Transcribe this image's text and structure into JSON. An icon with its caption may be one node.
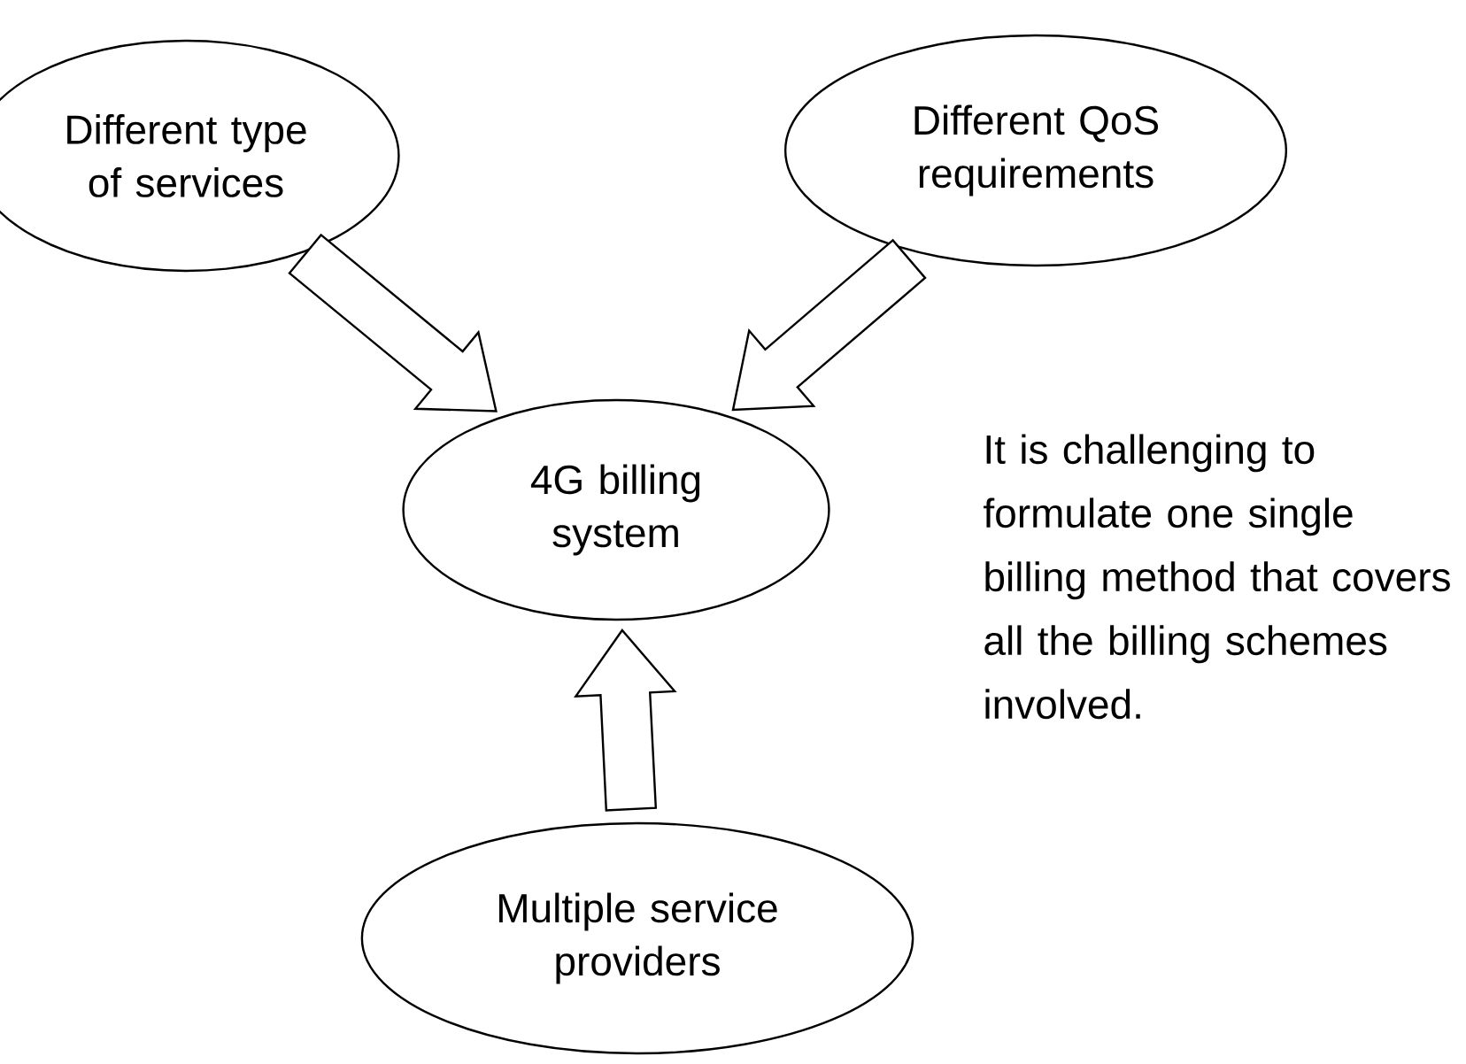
{
  "diagram": {
    "nodes": [
      {
        "text": [
          "Different type of services"
        ]
      },
      {
        "text": [
          "Different QoS requirements"
        ]
      },
      {
        "text": [
          "4G billing system"
        ]
      },
      {
        "text": [
          "Multiple service providers"
        ]
      }
    ],
    "edges": [
      {
        "from": 0,
        "to": 2,
        "arrow": "to"
      },
      {
        "from": 1,
        "to": 2,
        "arrow": "to"
      },
      {
        "from": 3,
        "to": 2,
        "arrow": "to"
      }
    ],
    "labels": [
      "It is challenging to formulate one single billing method that covers all the billing schemes involved."
    ]
  }
}
